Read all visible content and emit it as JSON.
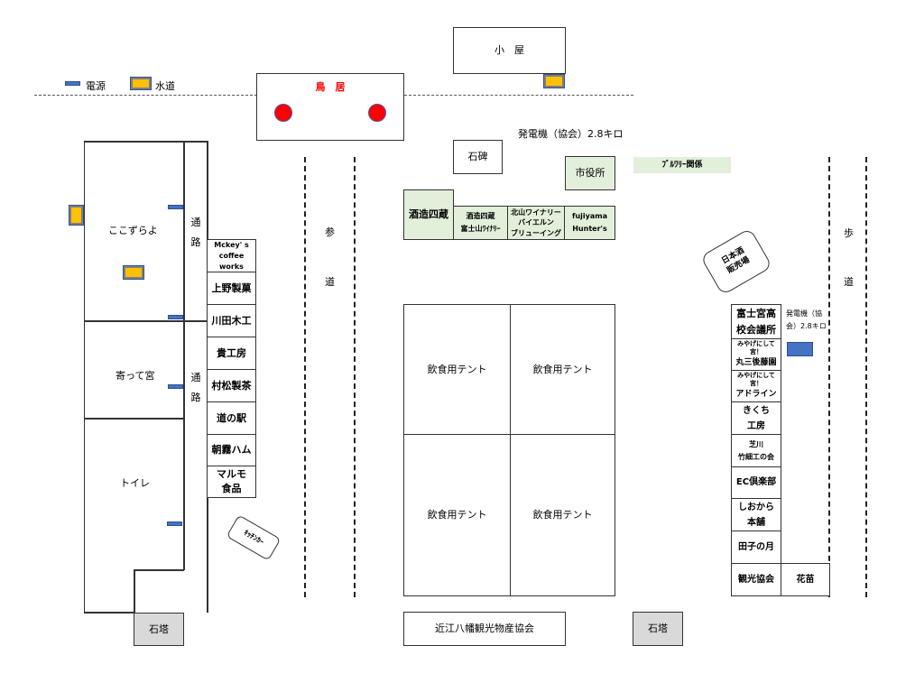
{
  "legend": {
    "power_label": "電源",
    "water_label": "水道",
    "power_color": "#4472c4",
    "water_color": "#ffc000"
  },
  "top": {
    "torii_label": "鳥　居",
    "torii_color": "#ff0000",
    "hut_label": "小　屋",
    "generator_note": "発電機（協会）2.8キロ",
    "stone_monument": "石碑",
    "city_hall": "市役所",
    "brewery_label": "ﾌﾞﾙﾜﾘｰ関係"
  },
  "left_block": {
    "kokozura": "ここずらよ",
    "yotte": "寄って宮",
    "toilet": "トイレ",
    "passage_1": [
      "通",
      "路"
    ],
    "passage_2": [
      "通",
      "路"
    ],
    "stone_tower": "石塔",
    "kitchen_car": "ｷｯﾁﾝｶｰ"
  },
  "left_stalls": [
    {
      "lines": [
        "Mckey' s",
        "coffee works"
      ]
    },
    {
      "lines": [
        "上野製菓"
      ]
    },
    {
      "lines": [
        "川田木工"
      ]
    },
    {
      "lines": [
        "貴工房"
      ]
    },
    {
      "lines": [
        "村松製茶"
      ]
    },
    {
      "lines": [
        "道の駅"
      ]
    },
    {
      "lines": [
        "朝霧ハム"
      ]
    },
    {
      "lines": [
        "マルモ",
        "食品"
      ]
    }
  ],
  "approach_road": [
    "参",
    "道"
  ],
  "brewery_row": {
    "main": "酒造四蔵",
    "stalls": [
      {
        "lines": [
          "酒造四蔵",
          "富士山ﾜｲﾅﾘｰ"
        ]
      },
      {
        "lines": [
          "北山ワイナリー",
          "バイエルン",
          "ブリューイング"
        ]
      },
      {
        "lines": [
          "fujiyama",
          "Hunter's"
        ]
      }
    ]
  },
  "tents": [
    "飲食用テント",
    "飲食用テント",
    "飲食用テント",
    "飲食用テント"
  ],
  "bottom": {
    "association": "近江八幡観光物産協会",
    "stone_tower_right": "石塔"
  },
  "right_block": {
    "sake_sign": [
      "日本酒",
      "販売場"
    ],
    "generator_note": "発電機（協会）2.8キロ",
    "walkway": [
      "歩",
      "道"
    ],
    "stalls": [
      {
        "sub": "",
        "lines": [
          "富士宮高",
          "校会議所"
        ]
      },
      {
        "sub": "みやげにして宮！",
        "lines": [
          "丸三後藤園"
        ]
      },
      {
        "sub": "みやげにして宮！",
        "lines": [
          "アドライン"
        ]
      },
      {
        "sub": "",
        "lines": [
          "きくち",
          "工房"
        ]
      },
      {
        "sub": "",
        "lines": [
          "芝川",
          "竹細工の会"
        ]
      },
      {
        "sub": "",
        "lines": [
          "EC倶楽部"
        ]
      },
      {
        "sub": "",
        "lines": [
          "しおから",
          "本舗"
        ]
      },
      {
        "sub": "",
        "lines": [
          "田子の月"
        ]
      },
      {
        "sub": "",
        "lines": [
          "観光協会"
        ]
      }
    ],
    "seedlings": "花苗"
  }
}
